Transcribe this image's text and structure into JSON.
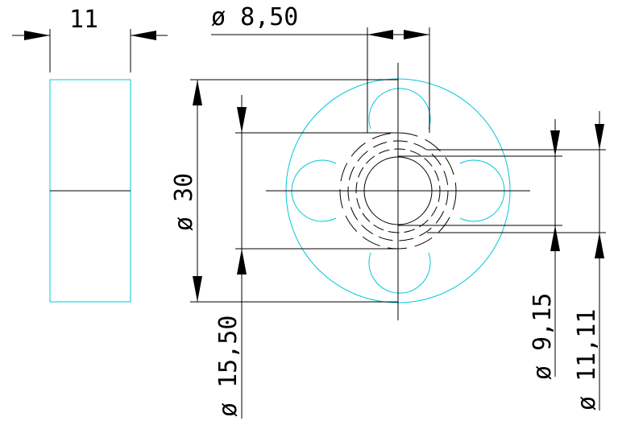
{
  "dimensions": {
    "width_top": "11",
    "bore_diameter": "ø 8,50",
    "outer_diameter": "ø 30",
    "inner_diameter": "ø 15,50",
    "d_9_15": "ø 9,15",
    "d_11_11": "ø 11,11"
  },
  "colors": {
    "dimension_lines": "#000000",
    "part_outline": "#00c8d8"
  }
}
